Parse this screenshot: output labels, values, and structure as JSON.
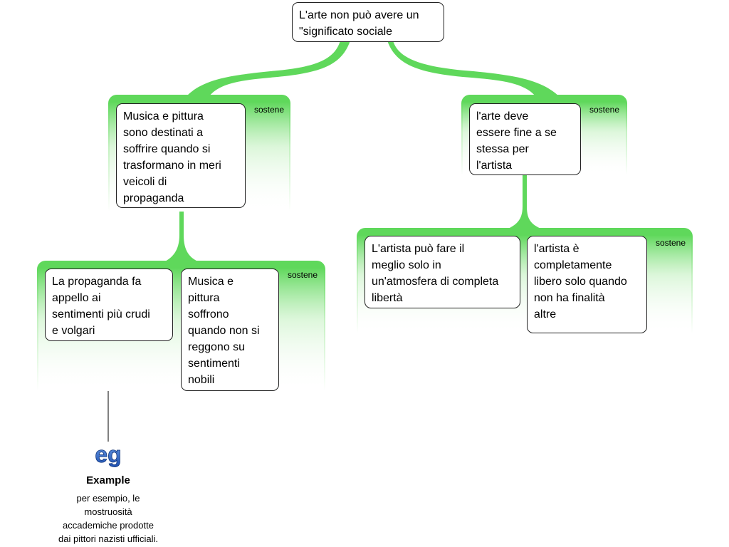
{
  "root": {
    "text": "L'arte non può avere un\n\"significato sociale"
  },
  "branches": {
    "left": {
      "label": "sostene",
      "node_text": "Musica e pittura\nsono destinati a\nsoffrire quando si\ntrasformano in meri\nveicoli di\npropaganda",
      "sub_label": "sostene",
      "children": [
        "La propaganda fa\nappello ai\nsentimenti più crudi\ne volgari",
        "Musica e\npittura\nsoffrono\nquando non si\nreggono su\nsentimenti\nnobili"
      ]
    },
    "right": {
      "label": "sostene",
      "node_text": "l'arte deve\nessere fine a se\nstessa per\nl'artista",
      "sub_label": "sostene",
      "children": [
        "L'artista può fare il\nmeglio solo in\nun'atmosfera di completa\nlibertà",
        "l'artista è\ncompletamente\nlibero solo quando\nnon ha finalità\naltre"
      ]
    }
  },
  "example": {
    "icon": "eg-icon",
    "title": "Example",
    "text": "per esempio, le\nmostruosità\naccademiche prodotte\ndai pittori nazisti ufficiali."
  },
  "colors": {
    "link": "#5fd85b",
    "panel": "#5fd85b",
    "node_border": "#222222"
  }
}
